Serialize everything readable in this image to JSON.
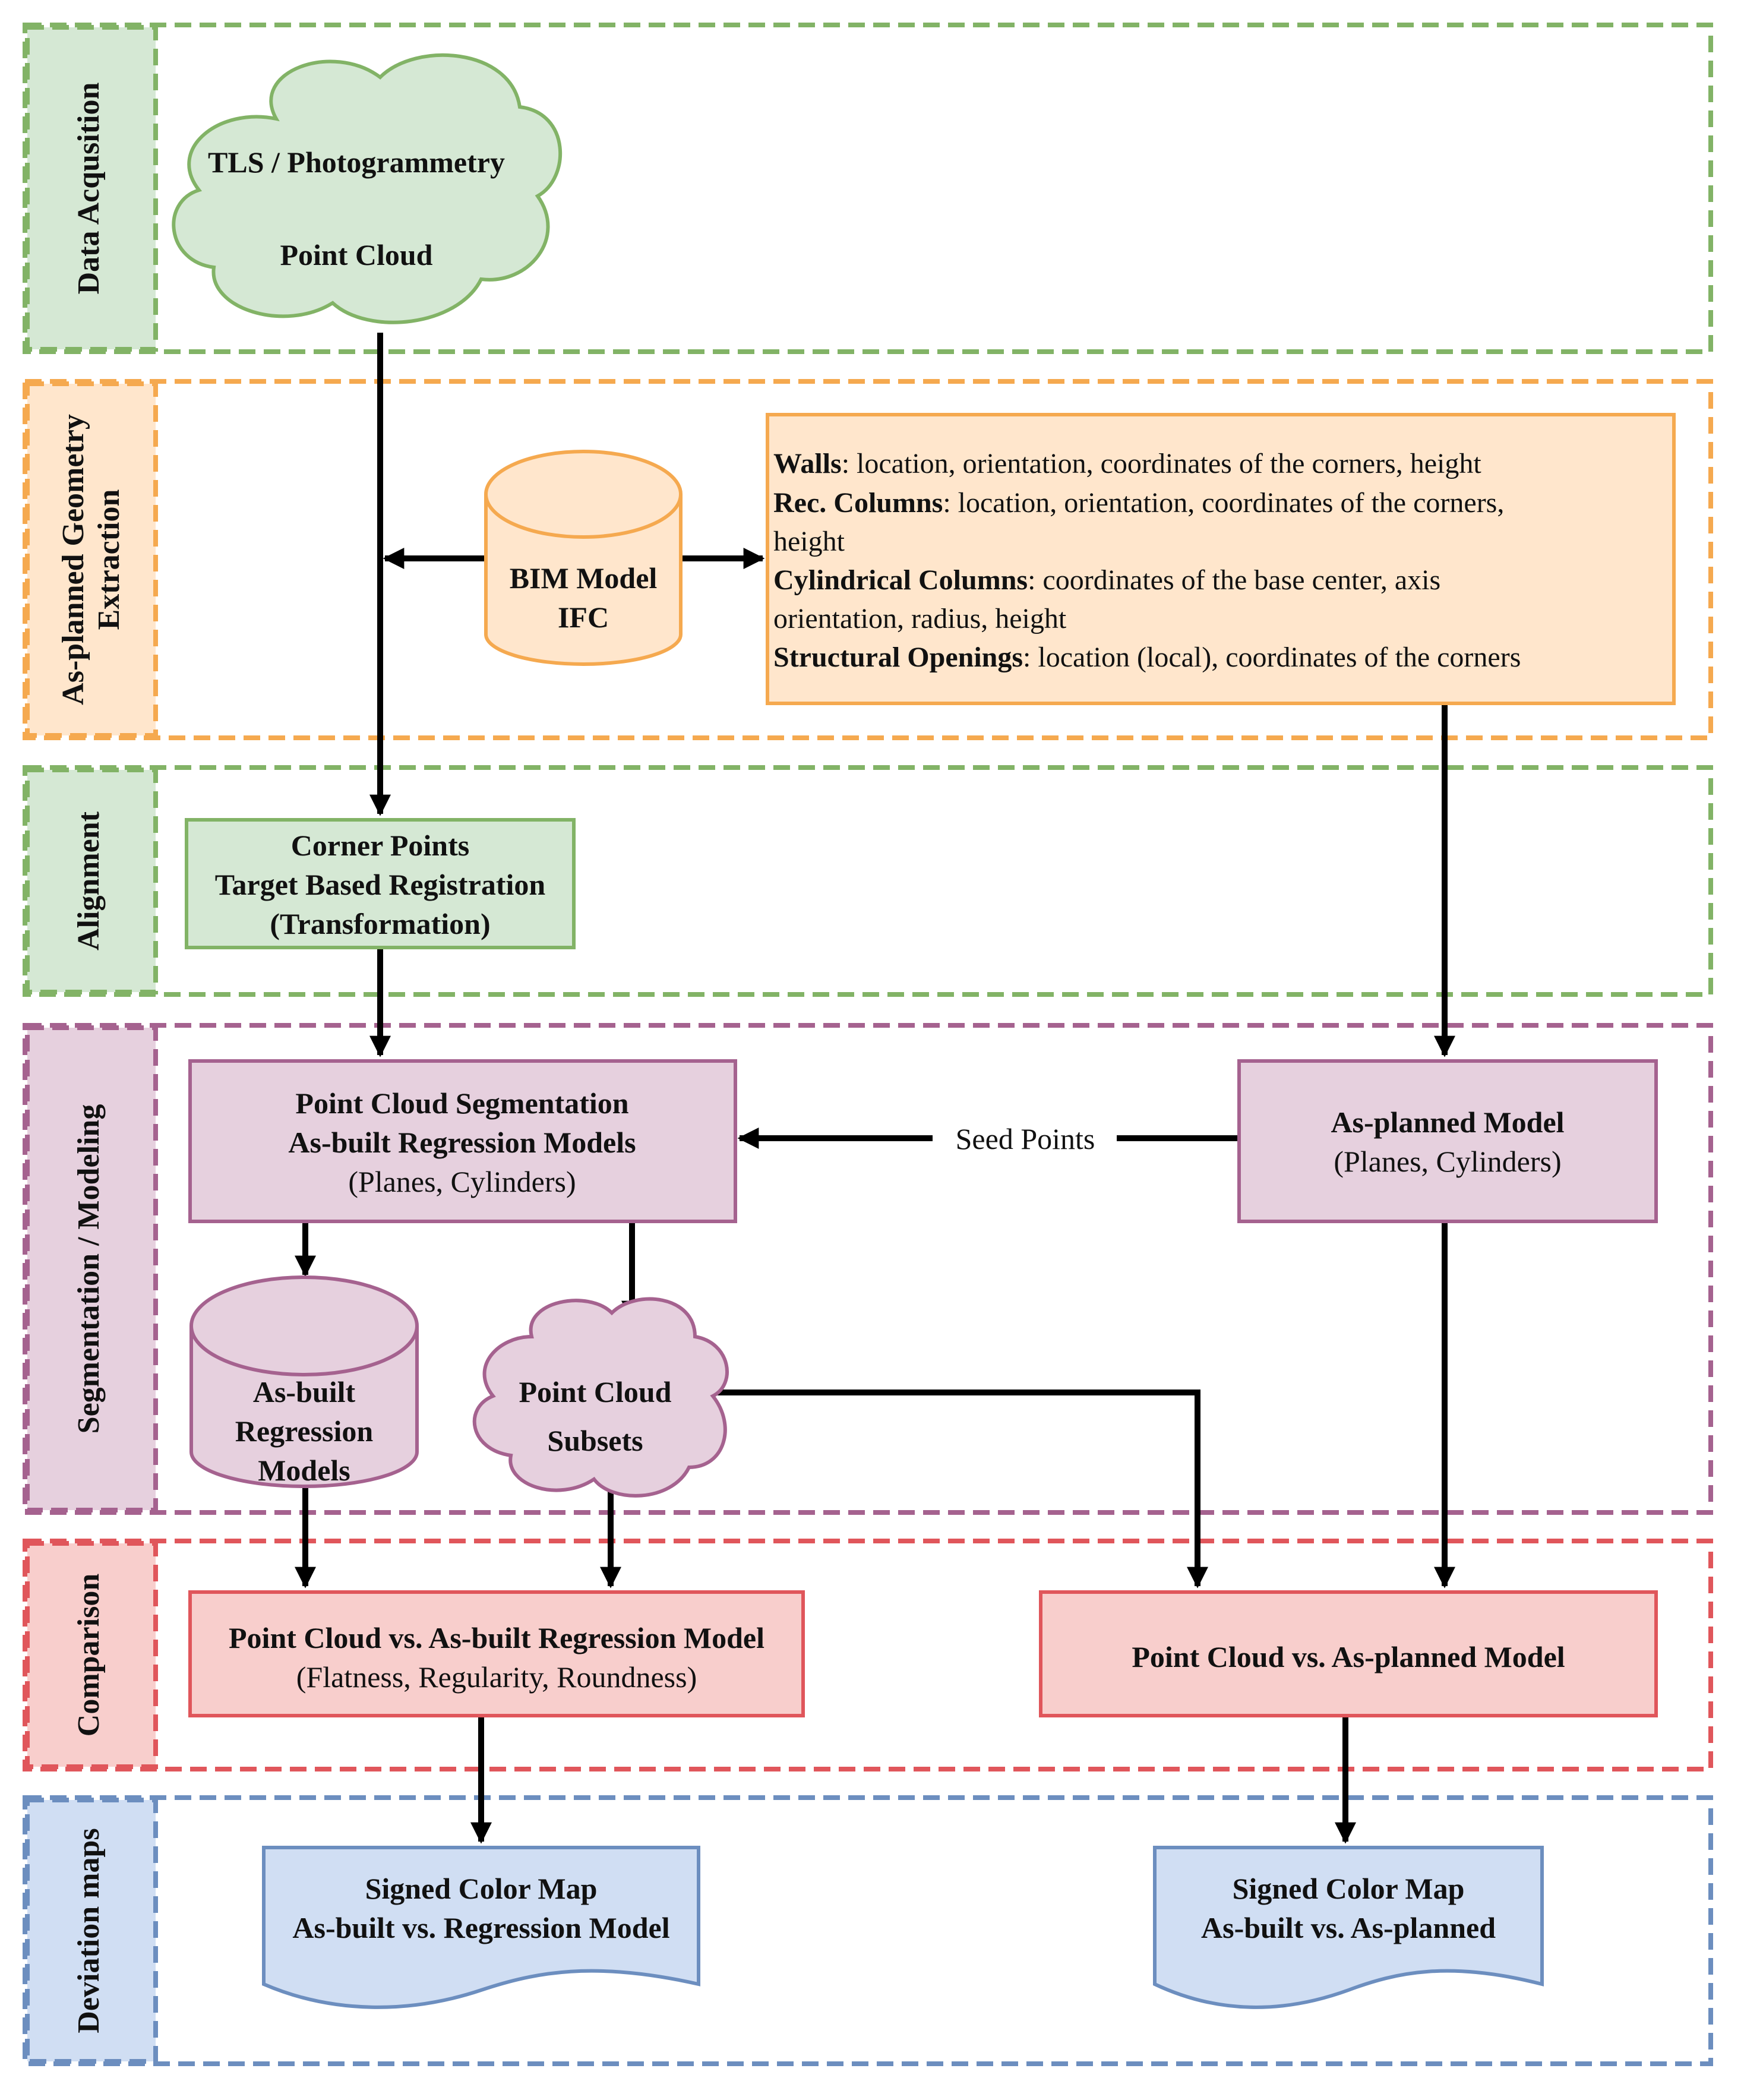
{
  "colors": {
    "green_stroke": "#82b366",
    "green_fill": "#d5e8d4",
    "orange_stroke": "#f5a94f",
    "orange_fill": "#ffe6cc",
    "purple_stroke": "#a5628f",
    "purple_fill": "#e6d0de",
    "red_stroke": "#e0565b",
    "red_fill": "#f8cecc",
    "blue_stroke": "#6c8ebf",
    "blue_fill": "#d0def3",
    "arrow": "#000000"
  },
  "lanes": {
    "data_acquisition": "Data Acqusition",
    "geometry_extraction_1": "As-planned Geometry",
    "geometry_extraction_2": "Extraction",
    "alignment": "Alignment",
    "segmentation": "Segmentation / Modeling",
    "comparison": "Comparison",
    "deviation_maps": "Deviation maps"
  },
  "nodes": {
    "point_cloud_source": {
      "line1": "TLS / Photogrammetry",
      "line2": "Point Cloud"
    },
    "bim_model": {
      "line1": "BIM Model",
      "line2": "IFC"
    },
    "geometry_spec": {
      "walls_label": "Walls",
      "walls_text": ": location, orientation, coordinates of the corners, height",
      "rec_label": "Rec. Columns",
      "rec_text": ": location, orientation, coordinates of the corners,",
      "rec_text2": "height",
      "cyl_label": "Cylindrical Columns",
      "cyl_text": ": coordinates of the base center, axis",
      "cyl_text2": "orientation, radius, height",
      "open_label": "Structural Openings",
      "open_text": ": location (local), coordinates of the corners"
    },
    "registration": {
      "line1": "Corner Points",
      "line2": "Target Based Registration",
      "line3": "(Transformation)"
    },
    "segmentation": {
      "line1": "Point Cloud Segmentation",
      "line2": "As-built Regression Models",
      "line3": "(Planes, Cylinders)"
    },
    "as_planned_model": {
      "line1": "As-planned Model",
      "line2": "(Planes, Cylinders)"
    },
    "seed_points": "Seed Points",
    "regression_db": {
      "line1": "As-built",
      "line2": "Regression",
      "line3": "Models"
    },
    "subsets": {
      "line1": "Point Cloud",
      "line2": "Subsets"
    },
    "compare_regression": {
      "line1": "Point Cloud vs. As-built Regression Model",
      "line2": "(Flatness, Regularity, Roundness)"
    },
    "compare_planned": {
      "line1": "Point Cloud vs. As-planned Model"
    },
    "map_regression": {
      "line1": "Signed Color Map",
      "line2": "As-built vs. Regression Model"
    },
    "map_planned": {
      "line1": "Signed Color Map",
      "line2": "As-built vs. As-planned"
    }
  }
}
